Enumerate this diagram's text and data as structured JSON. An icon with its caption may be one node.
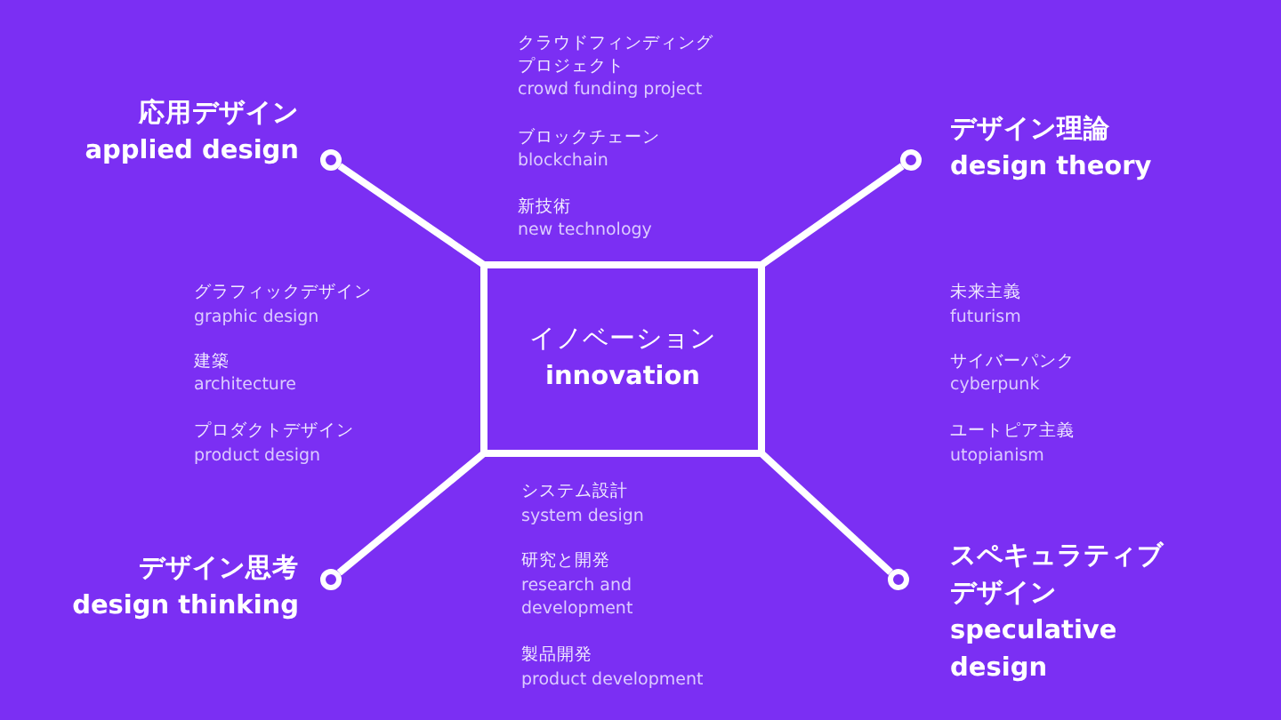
{
  "diagram": {
    "nodes": [
      {
        "text": [
          "イノベーション",
          "innovation"
        ]
      },
      {
        "text": [],
        "shape": "circle",
        "beside": [
          "応用デザイン",
          "applied design"
        ]
      },
      {
        "text": [],
        "shape": "circle",
        "beside": [
          "デザイン理論",
          "design theory"
        ]
      },
      {
        "text": [],
        "shape": "circle",
        "beside": [
          "デザイン思考",
          "design thinking"
        ]
      },
      {
        "text": [],
        "shape": "circle",
        "beside": [
          "スペキュラティブデザイン",
          "speculative design"
        ]
      }
    ],
    "edges": [
      {
        "from": 0,
        "to": 1,
        "arrow": "none"
      },
      {
        "from": 0,
        "to": 2,
        "arrow": "none"
      },
      {
        "from": 0,
        "to": 3,
        "arrow": "none"
      },
      {
        "from": 0,
        "to": 4,
        "arrow": "none"
      }
    ],
    "labels": [
      "クラウドフィンディングプロジェクト",
      "crowd funding project",
      "ブロックチェーン",
      "blockchain",
      "新技術",
      "new technology",
      "グラフィックデザイン",
      "graphic design",
      "建築",
      "architecture",
      "プロダクトデザイン",
      "product design",
      "未来主義",
      "futurism",
      "サイバーパンク",
      "cyberpunk",
      "ユートピア主義",
      "utopianism",
      "システム設計",
      "system design",
      "研究と開発",
      "research and development",
      "製品開発",
      "product development"
    ]
  }
}
